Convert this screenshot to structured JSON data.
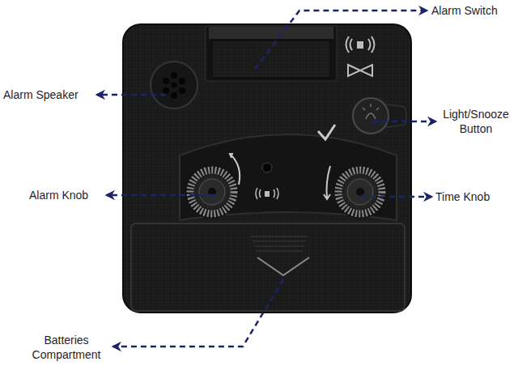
{
  "diagram": {
    "labels": [
      "Alarm Switch",
      "Alarm Speaker",
      "Light/Snooze Button",
      "Alarm Knob",
      "Time Knob",
      "Batteries Compartment"
    ]
  }
}
